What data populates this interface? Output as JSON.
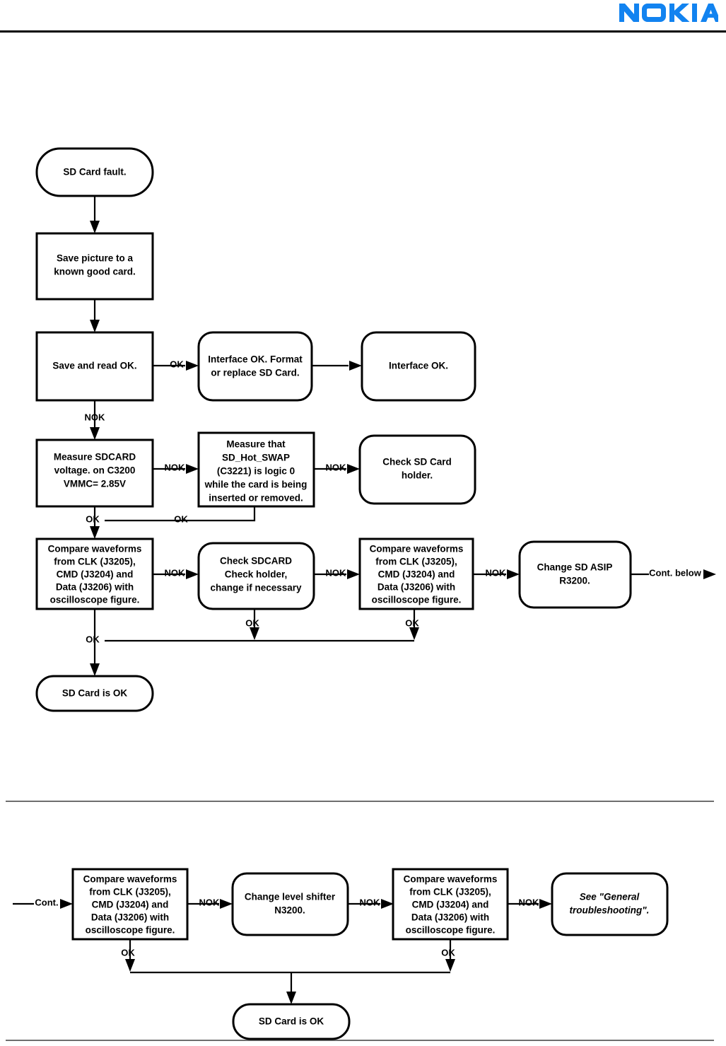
{
  "document": {
    "brand": "NOKIA",
    "brand_color": "#1283f0",
    "rule_color": "#000000",
    "separator_color": "#6e6e6e"
  },
  "flowchart": {
    "title": "SD Card fault troubleshooting",
    "type": "diagram",
    "top_section": {
      "nodes": [
        {
          "id": "n1",
          "shape": "rounded",
          "lines": [
            "SD Card fault."
          ]
        },
        {
          "id": "n2",
          "shape": "rect",
          "lines": [
            "Save picture to  a",
            "known good  card."
          ]
        },
        {
          "id": "n3",
          "shape": "rect",
          "lines": [
            "Save and read  OK."
          ]
        },
        {
          "id": "n4",
          "shape": "rounded",
          "lines": [
            "Interface OK. Format",
            "or replace SD Card."
          ]
        },
        {
          "id": "n5",
          "shape": "rounded",
          "lines": [
            "Interface OK."
          ]
        },
        {
          "id": "n6",
          "shape": "rect",
          "lines": [
            "Measure SDCARD",
            "voltage. on C3200",
            "VMMC= 2.85V"
          ]
        },
        {
          "id": "n7",
          "shape": "rect",
          "lines": [
            "Measure  that",
            "SD_Hot_SWAP",
            "(C3221) is logic 0",
            "while the card is being",
            "inserted or removed."
          ]
        },
        {
          "id": "n8",
          "shape": "rounded",
          "lines": [
            "Check SD Card",
            "holder."
          ]
        },
        {
          "id": "n9",
          "shape": "rect",
          "lines": [
            "Compare waveforms",
            "from CLK (J3205),",
            "CMD (J3204) and",
            "Data (J3206) with",
            "oscilloscope figure."
          ]
        },
        {
          "id": "n10",
          "shape": "rounded",
          "lines": [
            "Check SDCARD",
            "Check holder,",
            "change if necessary"
          ]
        },
        {
          "id": "n11",
          "shape": "rect",
          "lines": [
            "Compare waveforms",
            "from CLK (J3205),",
            "CMD (J3204) and",
            "Data (J3206) with",
            "oscilloscope figure."
          ]
        },
        {
          "id": "n12",
          "shape": "rounded",
          "lines": [
            "Change SD ASIP",
            "R3200."
          ]
        },
        {
          "id": "n13",
          "shape": "rounded",
          "lines": [
            "SD Card is OK"
          ]
        }
      ],
      "edge_labels": [
        "OK",
        "NOK",
        "NOK",
        "NOK",
        "OK",
        "OK",
        "NOK",
        "NOK",
        "NOK",
        "OK",
        "OK",
        "OK",
        "Cont.  below"
      ]
    },
    "bottom_section": {
      "nodes": [
        {
          "id": "b1",
          "shape": "rect",
          "lines": [
            "Compare waveforms",
            "from CLK (J3205),",
            "CMD (J3204) and",
            "Data (J3206) with",
            "oscilloscope figure."
          ]
        },
        {
          "id": "b2",
          "shape": "rounded",
          "lines": [
            "Change level shifter",
            "N3200."
          ]
        },
        {
          "id": "b3",
          "shape": "rect",
          "lines": [
            "Compare waveforms",
            "from CLK (J3205),",
            "CMD (J3204) and",
            "Data (J3206) with",
            "oscilloscope figure."
          ]
        },
        {
          "id": "b4",
          "shape": "rounded",
          "lines": [
            "See \"General",
            "troubleshooting\"."
          ],
          "italic_lines": [
            0,
            1
          ]
        },
        {
          "id": "b5",
          "shape": "rounded",
          "lines": [
            "SD Card is OK"
          ]
        }
      ],
      "edge_labels": [
        "Cont.",
        "NOK",
        "NOK",
        "NOK",
        "OK",
        "OK"
      ]
    }
  }
}
